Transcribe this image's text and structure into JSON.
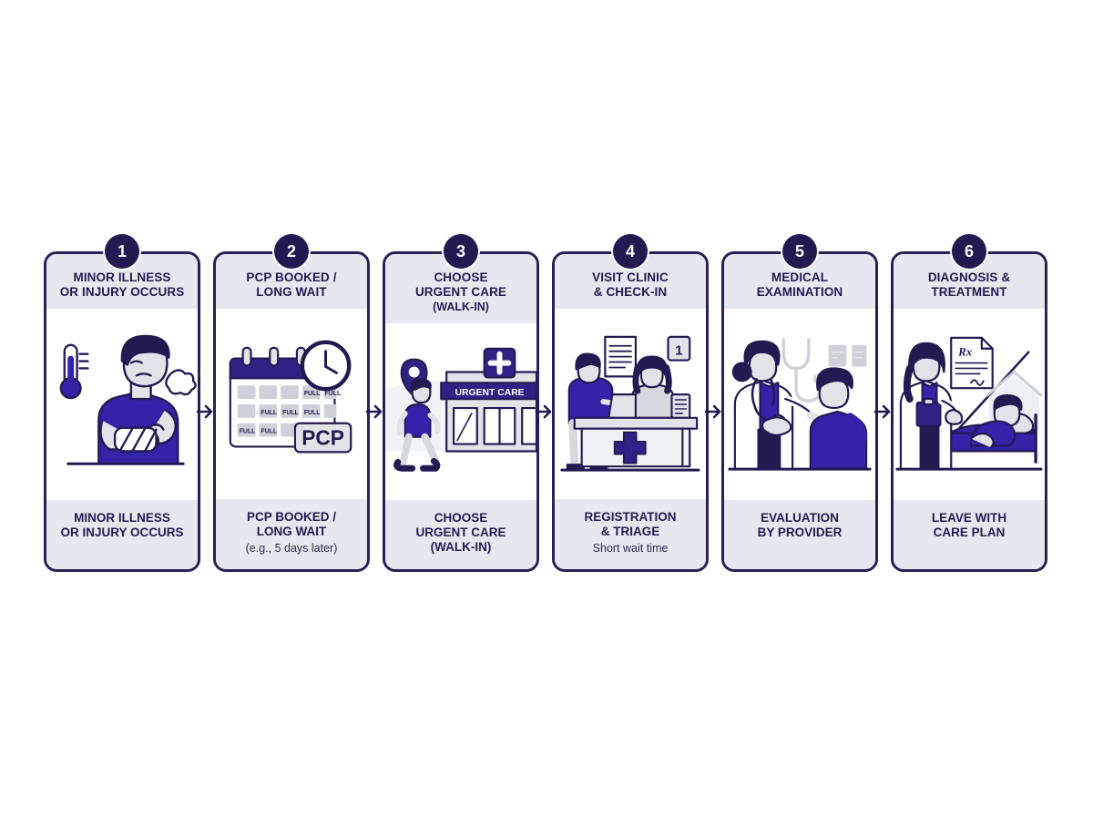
{
  "diagram": {
    "type": "horizontal-process-flow",
    "title_visible": false,
    "background_color": "#ffffff",
    "accent_navy": "#241a52",
    "accent_blue": "#3422a8",
    "panel_gray": "#e6e8ef",
    "steps": [
      {
        "number": "1",
        "header_title": "MINOR ILLNESS\nOR INJURY OCCURS",
        "header_line1": "MINOR ILLNESS",
        "header_line2": "OR INJURY OCCURS",
        "header_sub": "",
        "caption_line1": "MINOR ILLNESS",
        "caption_line2": "OR INJURY OCCURS",
        "caption_note": "",
        "illustration": "sick-person-with-thermometer-and-bandaged-arm"
      },
      {
        "number": "2",
        "header_line1": "PCP BOOKED /",
        "header_line2": "LONG WAIT",
        "header_sub": "",
        "caption_line1": "PCP BOOKED /",
        "caption_line2": "LONG WAIT",
        "caption_note": "(e.g., 5 days later)",
        "illustration": "calendar-with-clock-and-pcp-tag",
        "calendar_labels": [
          "FULL",
          "FULL",
          "FULL",
          "FULL",
          "FULL",
          "FULL",
          "FULL"
        ],
        "pcp_tag": "PCP"
      },
      {
        "number": "3",
        "header_line1": "CHOOSE",
        "header_line2": "URGENT CARE",
        "header_sub": "(WALK-IN)",
        "caption_line1": "CHOOSE",
        "caption_line2": "URGENT CARE",
        "caption_note": "(WALK-IN)",
        "illustration": "person-walking-to-urgent-care-clinic",
        "clinic_sign": "URGENT CARE"
      },
      {
        "number": "4",
        "header_line1": "VISIT CLINIC",
        "header_line2": "& CHECK-IN",
        "header_sub": "",
        "caption_line1": "REGISTRATION",
        "caption_line2": "& TRIAGE",
        "caption_note": "Short wait time",
        "illustration": "patient-checking-in-at-reception-desk",
        "queue_number": "1"
      },
      {
        "number": "5",
        "header_line1": "MEDICAL",
        "header_line2": "EXAMINATION",
        "header_sub": "",
        "caption_line1": "EVALUATION",
        "caption_line2": "BY PROVIDER",
        "caption_note": "",
        "illustration": "doctor-examining-patient-with-stethoscope"
      },
      {
        "number": "6",
        "header_line1": "DIAGNOSIS &",
        "header_line2": "TREATMENT",
        "header_sub": "",
        "caption_line1": "LEAVE WITH",
        "caption_line2": "CARE PLAN",
        "caption_note": "",
        "illustration": "doctor-handing-prescription-and-patient-resting-at-home",
        "prescription_symbol": "Rx"
      }
    ],
    "connectors": [
      {
        "from": "1",
        "to": "2",
        "glyph": "arrow-right"
      },
      {
        "from": "2",
        "to": "3",
        "glyph": "arrow-right"
      },
      {
        "from": "3",
        "to": "4",
        "glyph": "arrow-right"
      },
      {
        "from": "4",
        "to": "5",
        "glyph": "arrow-right"
      },
      {
        "from": "5",
        "to": "6",
        "glyph": "arrow-right"
      }
    ]
  }
}
